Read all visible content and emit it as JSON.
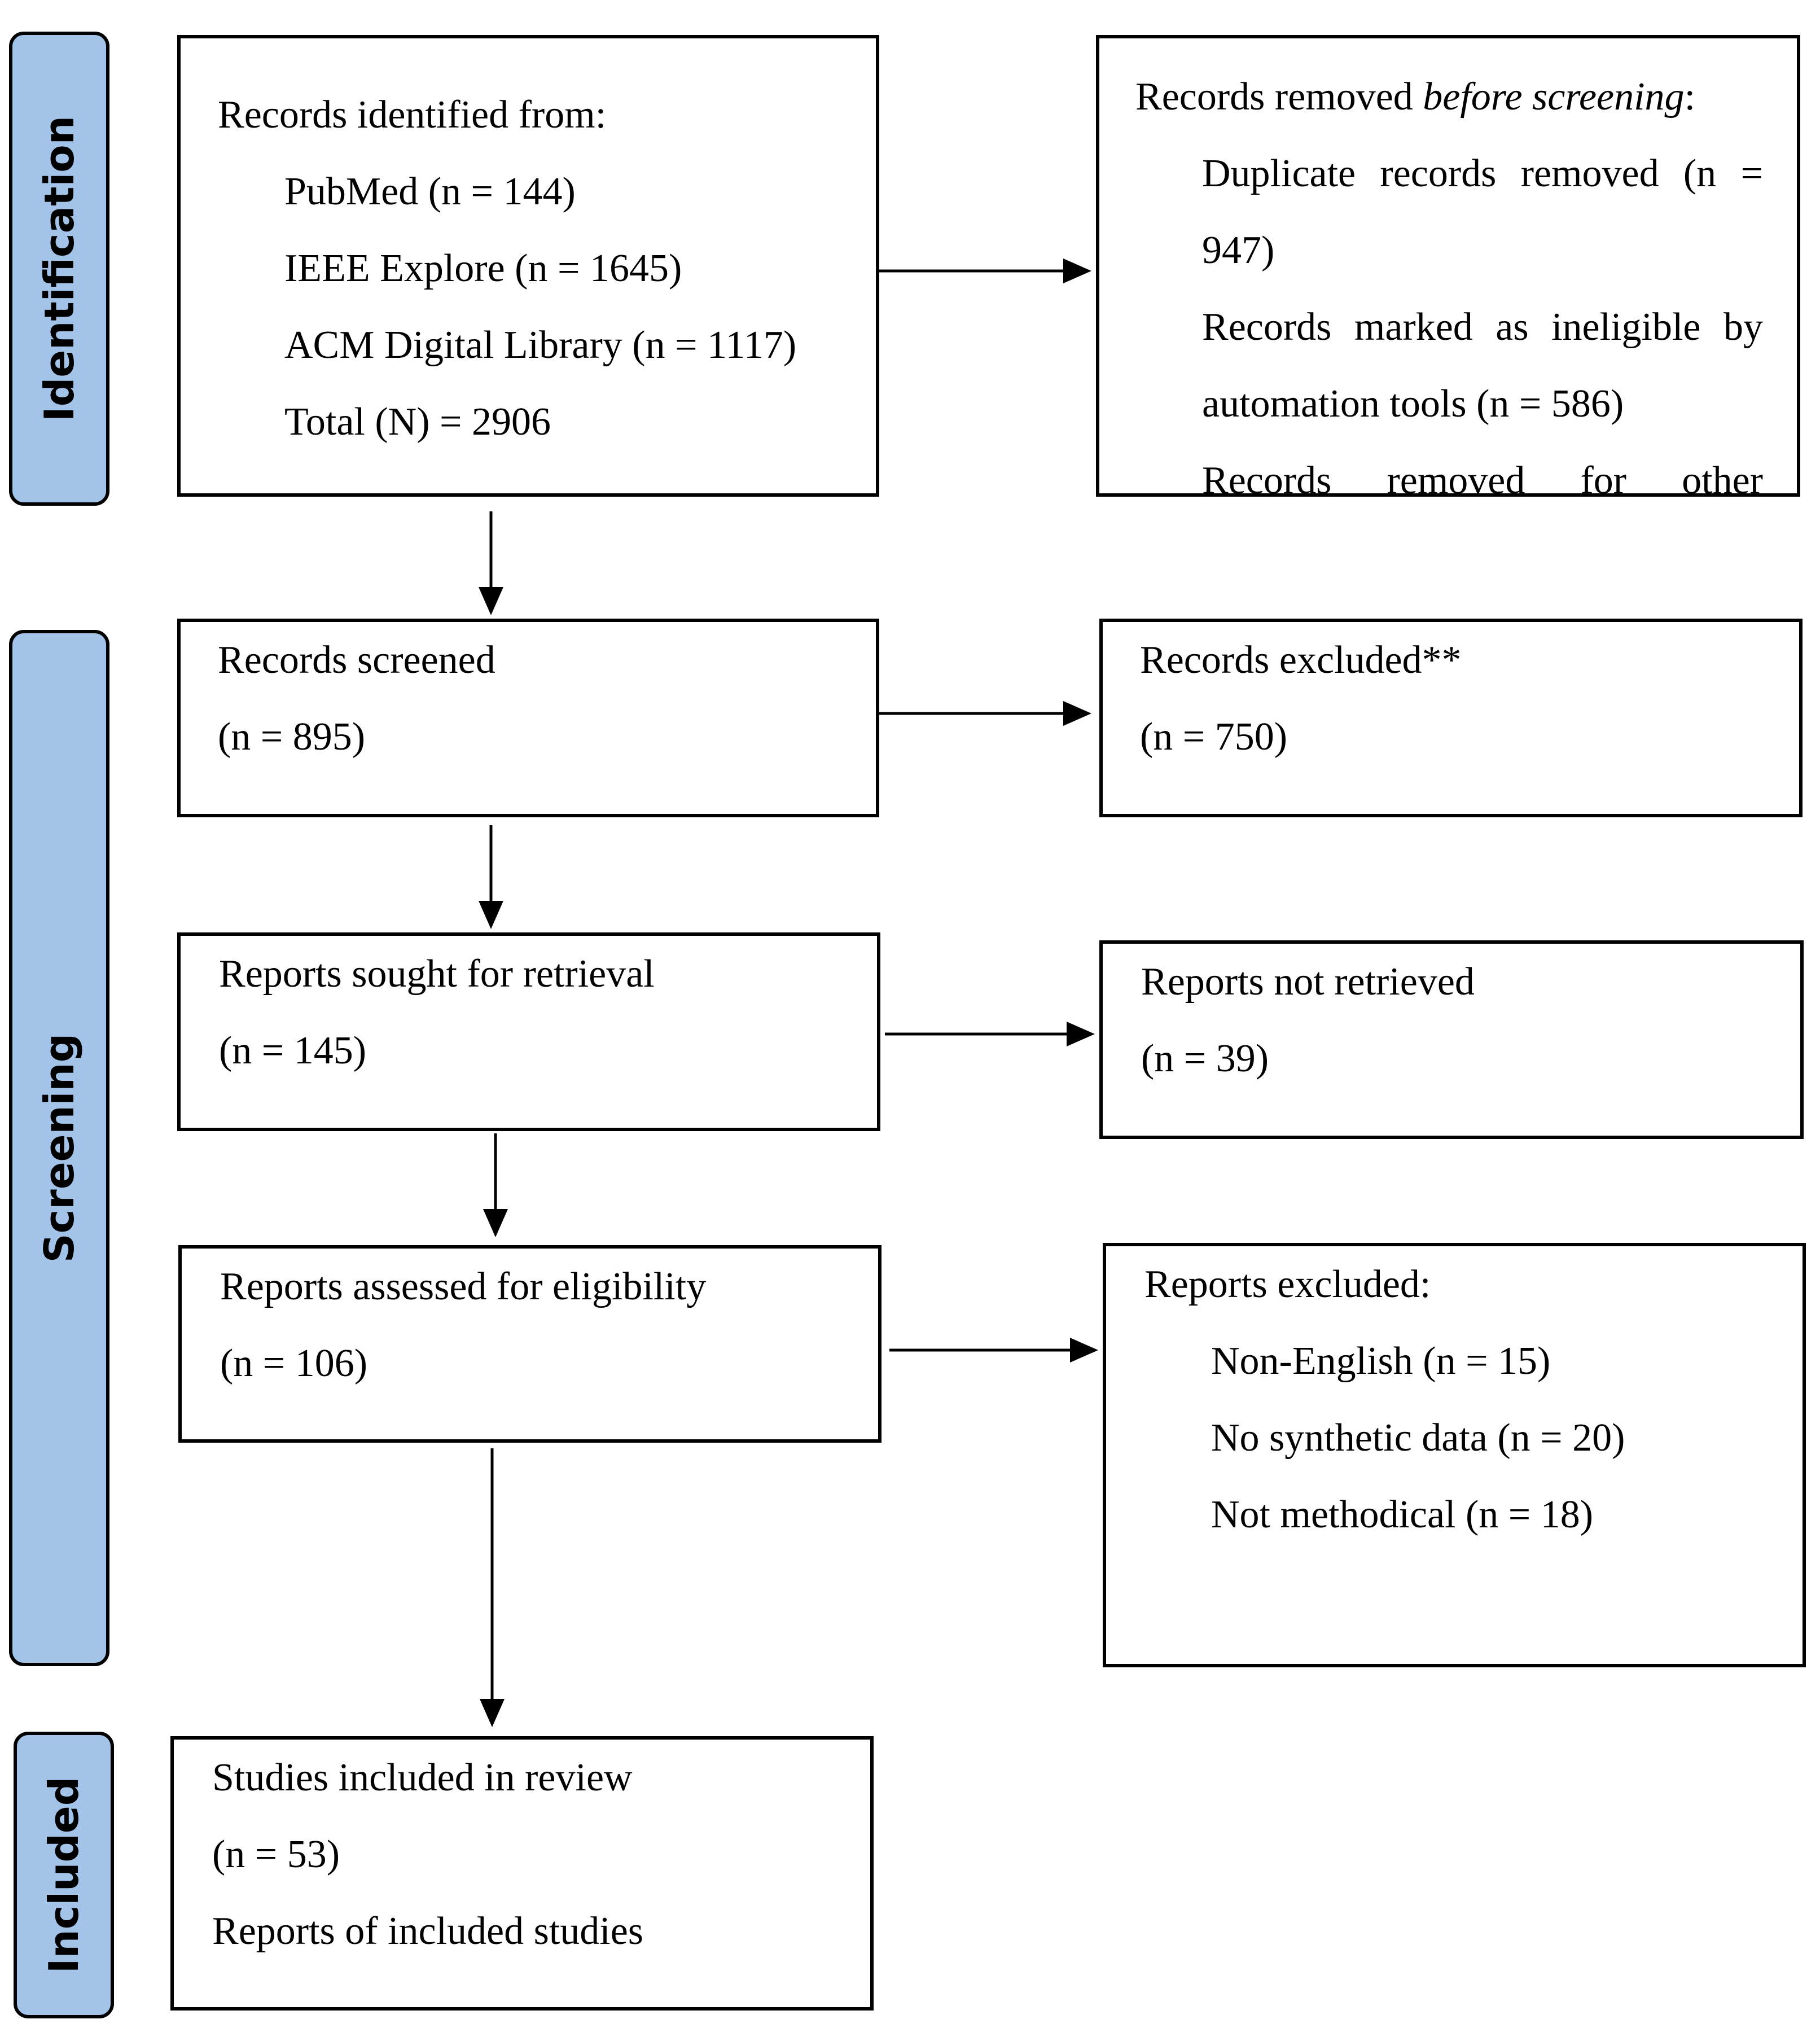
{
  "phases": {
    "identification": "Identification",
    "screening": "Screening",
    "included": "Included"
  },
  "identified": {
    "heading": "Records identified from:",
    "pubmed": "PubMed (n = 144)",
    "ieee": "IEEE Explore (n = 1645)",
    "acm": "ACM Digital Library (n = 1117)",
    "total": "Total (N) = 2906"
  },
  "removed": {
    "heading_prefix": "Records removed ",
    "heading_em": "before screening",
    "heading_suffix": ":",
    "duplicate_words": [
      "Duplicate",
      "records",
      "removed",
      "(n",
      "="
    ],
    "duplicate_end": "947)",
    "ineligible_words": [
      "Records",
      "marked",
      "as",
      "ineligible",
      "by"
    ],
    "ineligible_end": "automation tools (n = 586)",
    "other_words": [
      "Records",
      "removed",
      "for",
      "other"
    ]
  },
  "screened": {
    "label": "Records screened",
    "count": "(n = 895)"
  },
  "excluded_records": {
    "label": "Records excluded**",
    "count": "(n = 750)"
  },
  "sought": {
    "label": "Reports sought for retrieval",
    "count": "(n = 145)"
  },
  "not_retrieved": {
    "label": "Reports not retrieved",
    "count": "(n = 39)"
  },
  "assessed": {
    "label": "Reports assessed for eligibility",
    "count": "(n = 106)"
  },
  "excluded_reports": {
    "heading": "Reports excluded:",
    "reasons": [
      "Non-English (n = 15)",
      "No synthetic data (n = 20)",
      "Not methodical (n = 18)"
    ]
  },
  "included": {
    "label": "Studies included in review",
    "count": "(n = 53)",
    "reports": "Reports of included studies"
  }
}
